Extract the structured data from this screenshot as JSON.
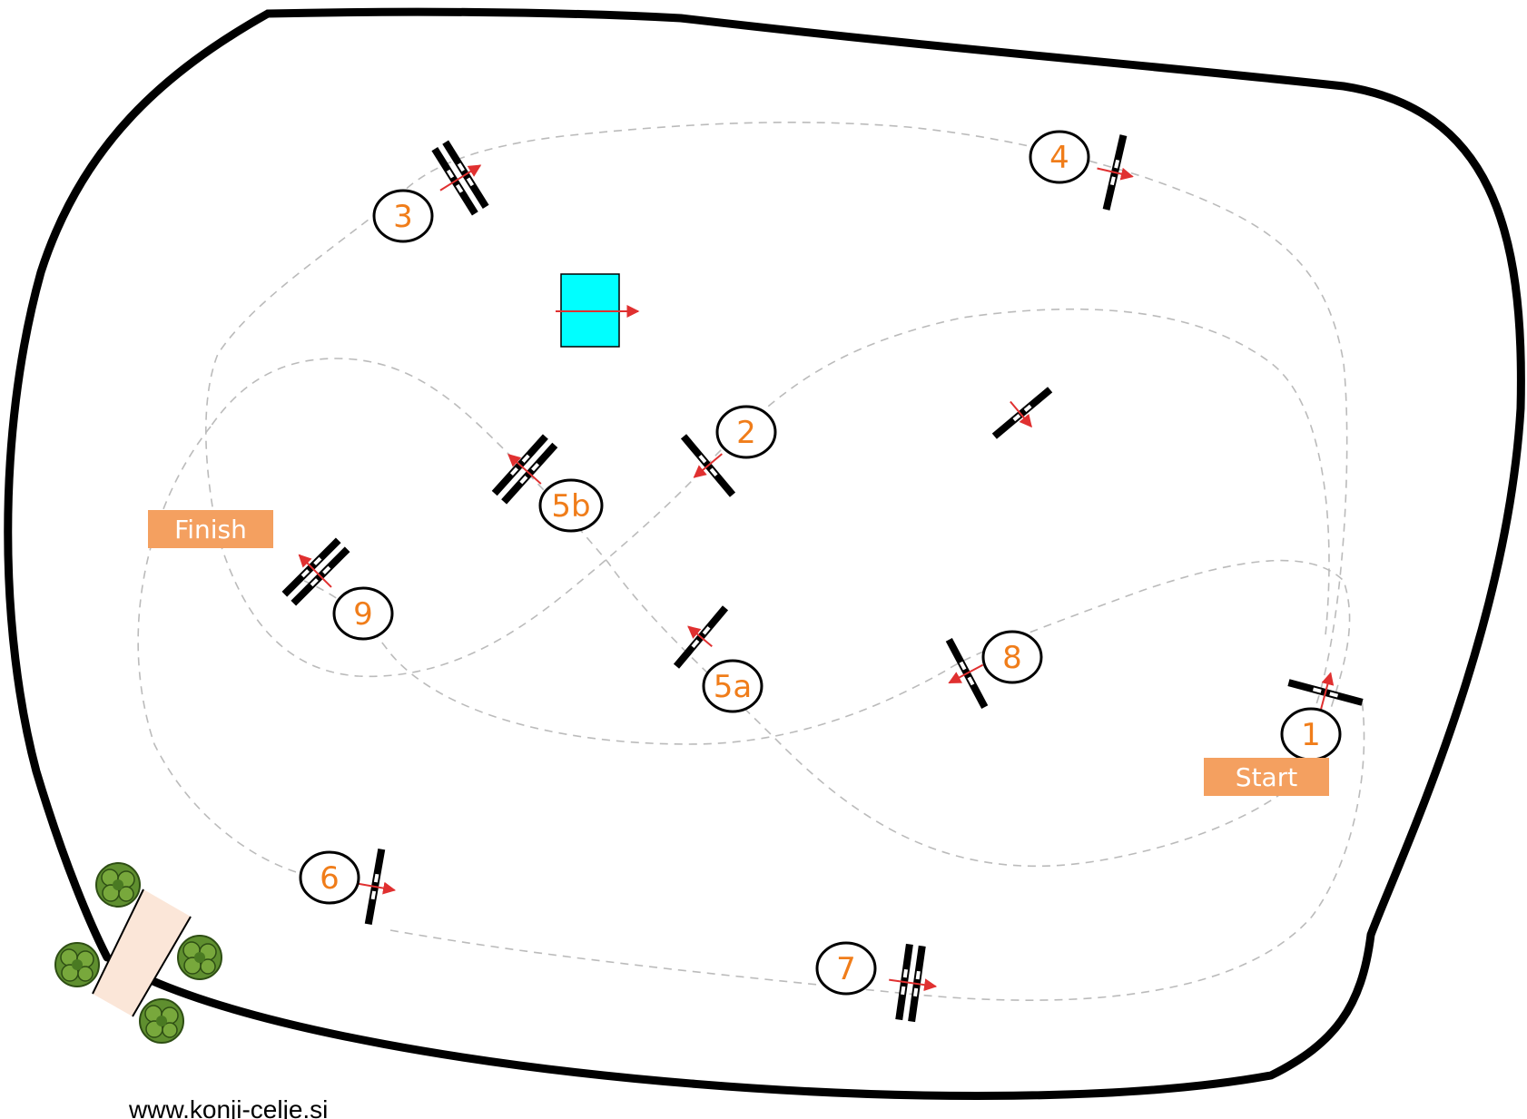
{
  "colors": {
    "number_text": "#f07d1a",
    "label_fill": "#f4a060",
    "arrow": "#e03030",
    "water": "#00ffff",
    "hedge": "#5f8f2f",
    "gate": "#fbe6d8"
  },
  "labels": {
    "start": "Start",
    "finish": "Finish"
  },
  "fences": [
    {
      "number": "1",
      "kind": "vertical"
    },
    {
      "number": "2",
      "kind": "vertical"
    },
    {
      "number": "3",
      "kind": "oxer"
    },
    {
      "number": "4",
      "kind": "vertical"
    },
    {
      "number": "5a",
      "kind": "vertical"
    },
    {
      "number": "5b",
      "kind": "oxer"
    },
    {
      "number": "6",
      "kind": "vertical"
    },
    {
      "number": "7",
      "kind": "oxer"
    },
    {
      "number": "8",
      "kind": "vertical"
    },
    {
      "number": "9",
      "kind": "oxer"
    }
  ],
  "footer": {
    "website": "www.konji-celje.si"
  }
}
